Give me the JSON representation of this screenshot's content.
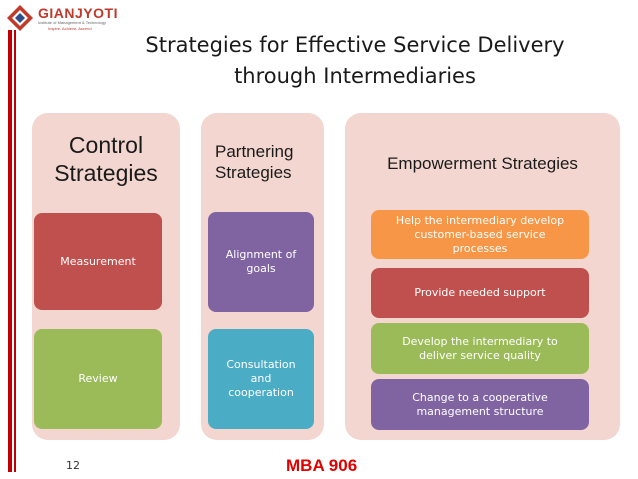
{
  "logo": {
    "name": "GIANJYOTI",
    "subtitle": "Institute of Management & Technology",
    "tagline": "Inspire. Achieve. Ascend"
  },
  "title": {
    "line1": "Strategies for Effective Service Delivery",
    "line2": "through Intermediaries"
  },
  "columns": {
    "control": {
      "title_line1": "Control",
      "title_line2": "Strategies",
      "items": [
        "Measurement",
        "Review"
      ]
    },
    "partnering": {
      "title_line1": "Partnering",
      "title_line2": "Strategies",
      "items": [
        {
          "line1": "Alignment of",
          "line2": "goals"
        },
        {
          "line1": "Consultation",
          "line2": "and",
          "line3": "cooperation"
        }
      ]
    },
    "empowerment": {
      "title": "Empowerment Strategies",
      "items": [
        {
          "line1": "Help the intermediary develop",
          "line2": "customer-based service",
          "line3": "processes"
        },
        {
          "line1": "Provide needed support"
        },
        {
          "line1": "Develop the intermediary to",
          "line2": "deliver service quality"
        },
        {
          "line1": "Change to a cooperative",
          "line2": "management structure"
        }
      ]
    }
  },
  "footer": {
    "page_number": "12",
    "course": "MBA 906"
  },
  "colors": {
    "accent": "#c00000",
    "panel_bg": "#f2d6cf",
    "red_box": "#c0504d",
    "green_box": "#9bbb59",
    "purple_box": "#8064a2",
    "teal_box": "#4bacc6",
    "orange_box": "#f79646",
    "darkblue_box": "#1f497d"
  }
}
